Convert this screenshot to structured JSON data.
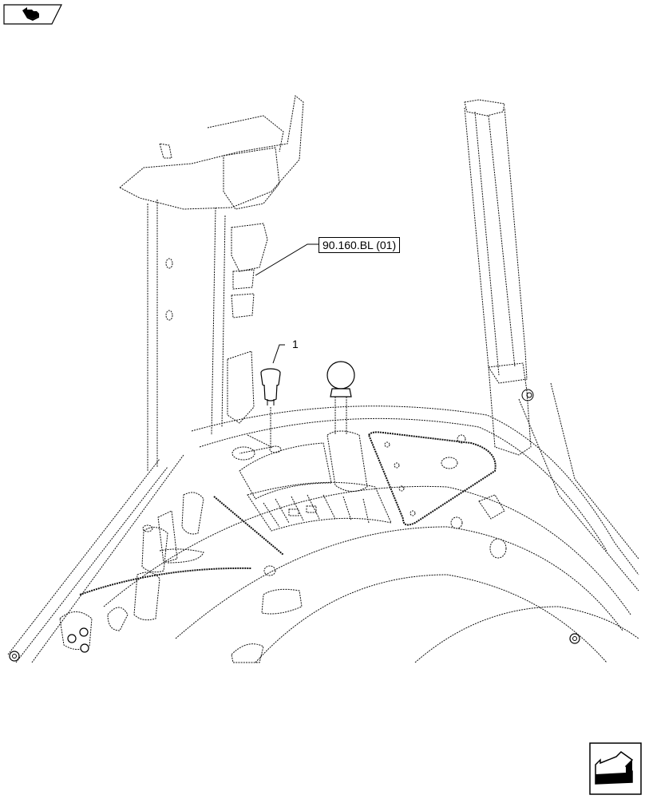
{
  "diagram": {
    "type": "exploded parts illustration",
    "subject": "Tractor cab interior - front pillar, right-hand console and control area",
    "callouts": [
      {
        "id": "ref",
        "label": "90.160.BL (01)",
        "kind": "cross-reference"
      },
      {
        "id": "item1",
        "label": "1",
        "kind": "item number"
      }
    ]
  },
  "navigation": {
    "top_icon": "previous-section-icon",
    "bottom_icon": "next-section-icon"
  }
}
